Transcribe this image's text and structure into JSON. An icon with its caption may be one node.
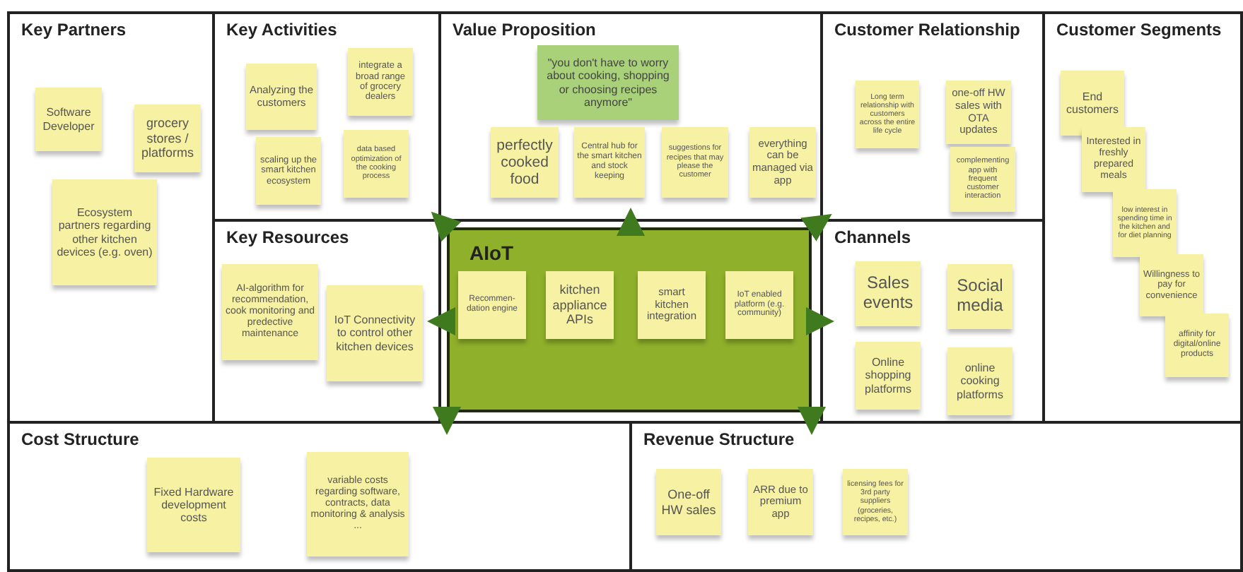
{
  "diagram": {
    "nodes": [
      {
        "text": [
          "Key Partners"
        ]
      },
      {
        "text": [
          "Software Developer"
        ],
        "in": 0
      },
      {
        "text": [
          "grocery stores / platforms"
        ],
        "in": 0
      },
      {
        "text": [
          "Ecosystem partners regarding other kitchen devices (e.g. oven)"
        ],
        "in": 0
      },
      {
        "text": [
          "Key Activities"
        ]
      },
      {
        "text": [
          "Analyzing the customers"
        ],
        "in": 4
      },
      {
        "text": [
          "integrate a broad range of grocery dealers"
        ],
        "in": 4
      },
      {
        "text": [
          "scaling up the smart kitchen ecosystem"
        ],
        "in": 4
      },
      {
        "text": [
          "data based optimization of the cooking process"
        ],
        "in": 4
      },
      {
        "text": [
          "Value Proposition"
        ]
      },
      {
        "text": [
          "\"you don't have to worry about cooking, shopping or choosing recipes anymore\""
        ],
        "in": 9
      },
      {
        "text": [
          "perfectly cooked food"
        ],
        "in": 9
      },
      {
        "text": [
          "Central hub for the smart kitchen and stock keeping"
        ],
        "in": 9
      },
      {
        "text": [
          "suggestions for recipes that may please the customer"
        ],
        "in": 9
      },
      {
        "text": [
          "everything can be managed via app"
        ],
        "in": 9
      },
      {
        "text": [
          "Customer Relationship"
        ]
      },
      {
        "text": [
          "Long term relationship with customers across the entire life cycle"
        ],
        "in": 15
      },
      {
        "text": [
          "one-off HW sales with OTA updates"
        ],
        "in": 15
      },
      {
        "text": [
          "complementing app with frequent customer interaction"
        ],
        "in": 15
      },
      {
        "text": [
          "Customer Segments"
        ]
      },
      {
        "text": [
          "End customers"
        ],
        "in": 19
      },
      {
        "text": [
          "Interested in freshly prepared meals"
        ],
        "in": 19
      },
      {
        "text": [
          "low interest in spending time in the kitchen and for diet planning"
        ],
        "in": 19
      },
      {
        "text": [
          "Willingness to pay for convenience"
        ],
        "in": 19
      },
      {
        "text": [
          "affinity for digital/online products"
        ],
        "in": 19
      },
      {
        "text": [
          "Key Resources"
        ]
      },
      {
        "text": [
          "AI-algorithm for recommendation, cook monitoring and predective maintenance"
        ],
        "in": 25
      },
      {
        "text": [
          "IoT Connectivity to control other kitchen devices"
        ],
        "in": 25
      },
      {
        "text": [
          "AIoT"
        ]
      },
      {
        "text": [
          "Recommen-dation engine"
        ],
        "in": 28
      },
      {
        "text": [
          "kitchen appliance APIs"
        ],
        "in": 28
      },
      {
        "text": [
          "smart kitchen integration"
        ],
        "in": 28
      },
      {
        "text": [
          "IoT enabled platform (e.g. community)"
        ],
        "in": 28
      },
      {
        "text": [
          "Channels"
        ]
      },
      {
        "text": [
          "Sales events"
        ],
        "in": 33
      },
      {
        "text": [
          "Social media"
        ],
        "in": 33
      },
      {
        "text": [
          "Online shopping platforms"
        ],
        "in": 33
      },
      {
        "text": [
          "online cooking platforms"
        ],
        "in": 33
      },
      {
        "text": [
          "Cost Structure"
        ]
      },
      {
        "text": [
          "Fixed Hardware development costs"
        ],
        "in": 38
      },
      {
        "text": [
          "variable costs regarding software, contracts, data monitoring & analysis ..."
        ],
        "in": 38
      },
      {
        "text": [
          "Revenue Structure"
        ]
      },
      {
        "text": [
          "One-off HW sales"
        ],
        "in": 41
      },
      {
        "text": [
          "ARR due to premium app"
        ],
        "in": 41
      },
      {
        "text": [
          "licensing fees for 3rd party suppliers (groceries, recipes, etc.)"
        ],
        "in": 41
      }
    ],
    "edges": [
      {
        "from": 28,
        "to": 4,
        "arrow": "to"
      },
      {
        "from": 28,
        "to": 9,
        "arrow": "to"
      },
      {
        "from": 28,
        "to": 15,
        "arrow": "to"
      },
      {
        "from": 28,
        "to": 25,
        "arrow": "to"
      },
      {
        "from": 28,
        "to": 33,
        "arrow": "to"
      },
      {
        "from": 28,
        "to": 38,
        "arrow": "to"
      },
      {
        "from": 28,
        "to": 41,
        "arrow": "to"
      }
    ]
  }
}
